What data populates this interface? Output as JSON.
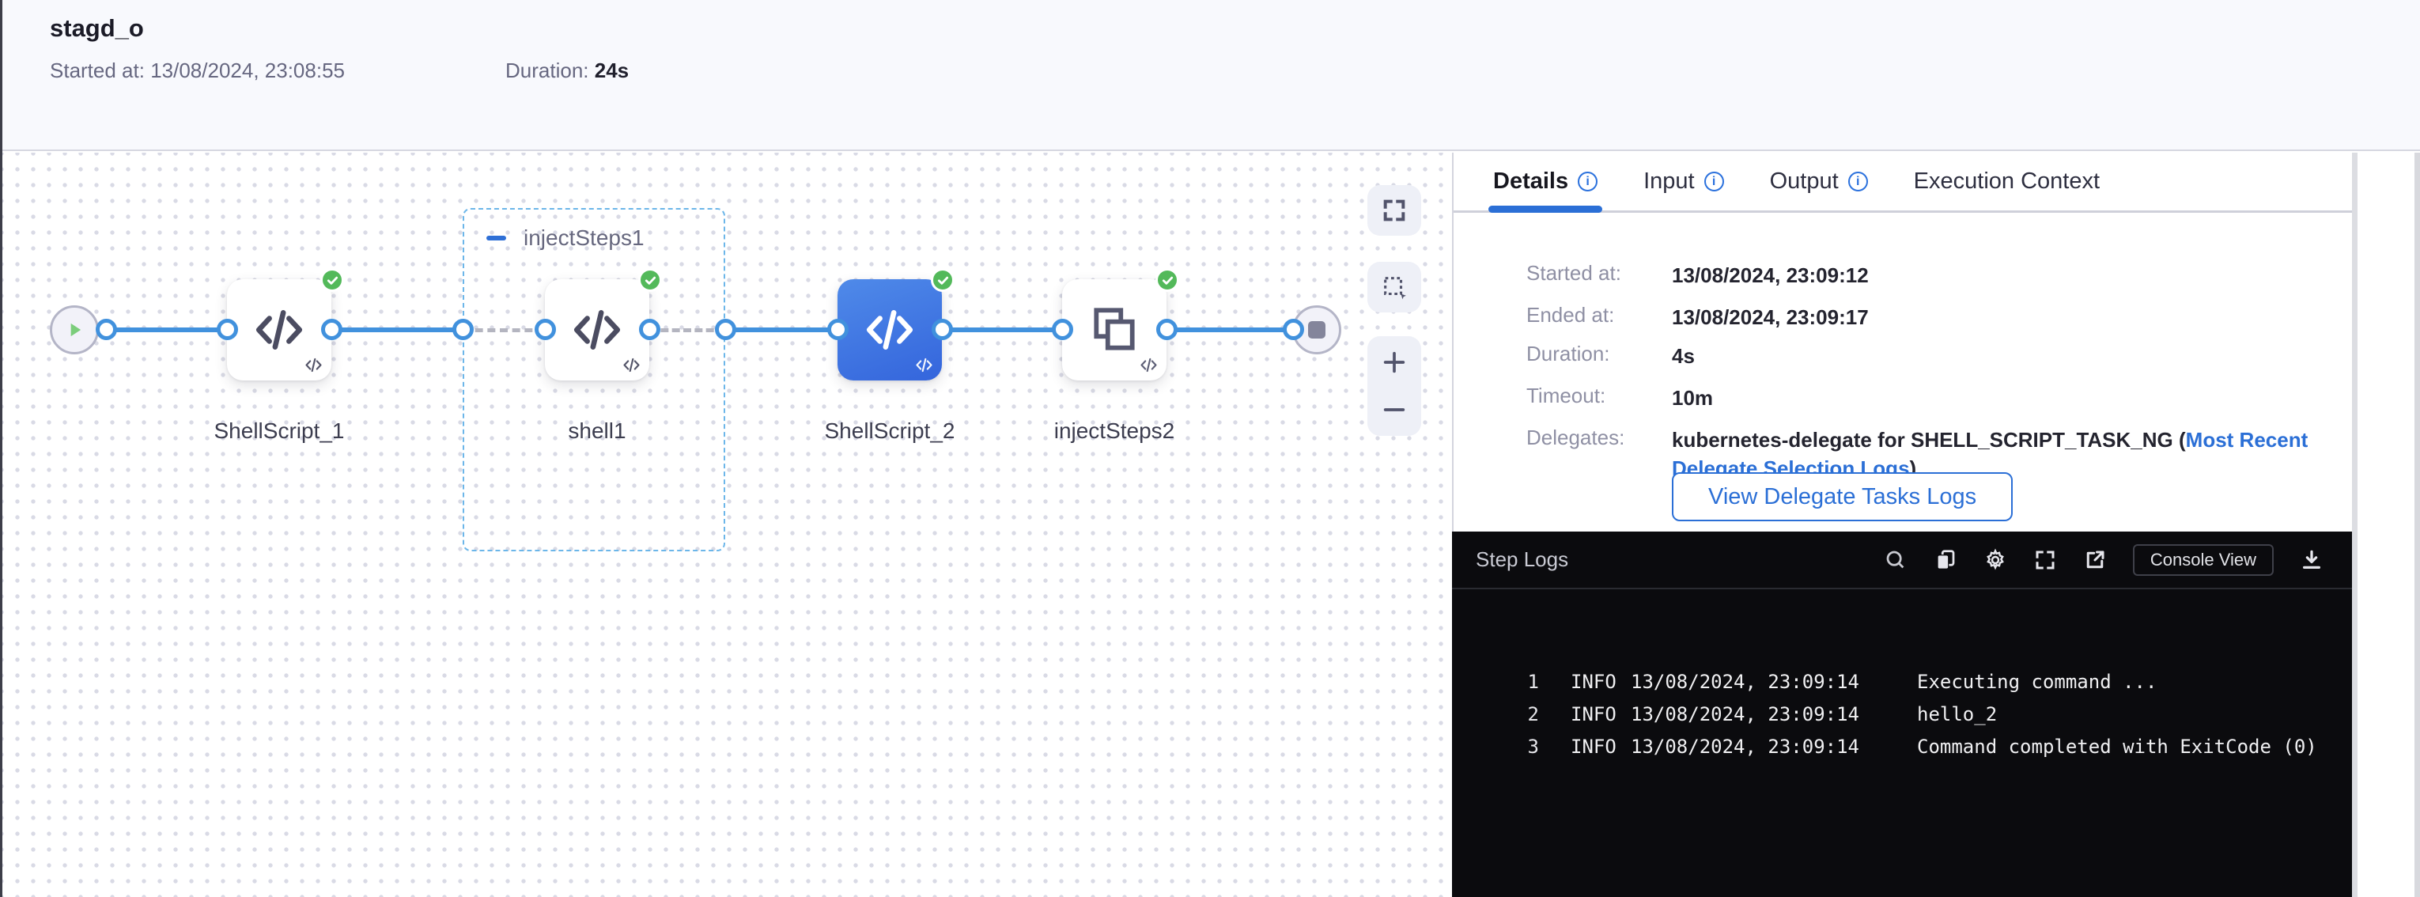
{
  "header": {
    "title": "stagd_o",
    "started_label": "Started at:",
    "started_value": "13/08/2024, 23:08:55",
    "duration_label": "Duration:",
    "duration_value": "24s"
  },
  "pipeline": {
    "group_label": "injectSteps1",
    "nodes": [
      {
        "label": "ShellScript_1",
        "status": "success"
      },
      {
        "label": "shell1",
        "status": "success"
      },
      {
        "label": "ShellScript_2",
        "status": "success",
        "selected": true
      },
      {
        "label": "injectSteps2",
        "status": "success"
      }
    ],
    "controls": [
      "fullscreen",
      "marquee-select",
      "zoom-in",
      "zoom-out"
    ]
  },
  "details_panel": {
    "tabs": [
      {
        "label": "Details",
        "info_icon": true,
        "active": true
      },
      {
        "label": "Input",
        "info_icon": true,
        "active": false
      },
      {
        "label": "Output",
        "info_icon": true,
        "active": false
      },
      {
        "label": "Execution Context",
        "info_icon": false,
        "active": false
      }
    ],
    "fields": [
      {
        "label": "Started at:",
        "value": "13/08/2024, 23:09:12"
      },
      {
        "label": "Ended at:",
        "value": "13/08/2024, 23:09:17"
      },
      {
        "label": "Duration:",
        "value": "4s"
      },
      {
        "label": "Timeout:",
        "value": "10m"
      },
      {
        "label": "Delegates:"
      }
    ],
    "delegates": {
      "text_before_link": "kubernetes-delegate for SHELL_SCRIPT_TASK_NG (",
      "link_text": "Most Recent Delegate Selection Logs",
      "text_after_link": ")"
    },
    "view_delegate_button": "View Delegate Tasks Logs"
  },
  "step_logs": {
    "title": "Step Logs",
    "toolbar_icons": [
      "search",
      "copy",
      "settings",
      "expand",
      "external-link",
      "download"
    ],
    "console_view_label": "Console View",
    "lines": [
      {
        "num": "1",
        "level": "INFO",
        "time": "13/08/2024, 23:09:14",
        "message": "Executing command ..."
      },
      {
        "num": "2",
        "level": "INFO",
        "time": "13/08/2024, 23:09:14",
        "message": "hello_2"
      },
      {
        "num": "3",
        "level": "INFO",
        "time": "13/08/2024, 23:09:14",
        "message": "Command completed with ExitCode (0)"
      }
    ]
  },
  "colors": {
    "accent_blue": "#2b6fd6",
    "edge_blue": "#4191dd",
    "selected_node_blue": "#3e77e0",
    "success_green": "#53b95a",
    "group_border_blue": "#6cb6e9",
    "logs_background": "#0b0b0e"
  }
}
